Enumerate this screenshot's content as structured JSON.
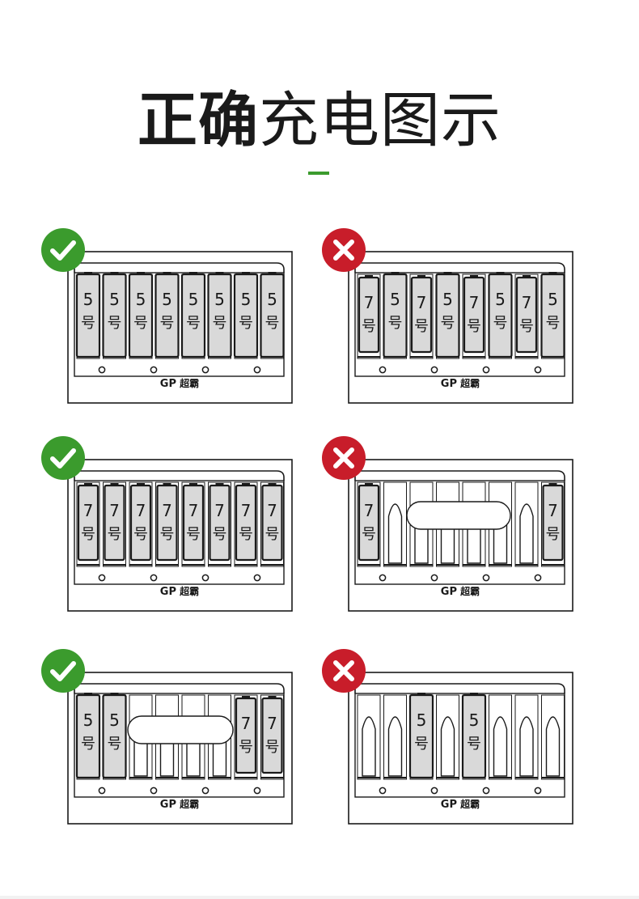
{
  "title": {
    "bold": "正确",
    "normal": "充电图示"
  },
  "colors": {
    "accent": "#3b9b2d",
    "ok": "#3b9b2d",
    "bad": "#c81d2a",
    "battery_fill": "#d9d9d9",
    "outline": "#1a1a1a"
  },
  "icons": {
    "ok": "check-icon",
    "bad": "x-icon"
  },
  "brand": {
    "logo": "GP",
    "name": "超霸"
  },
  "panels": [
    {
      "id": "p1",
      "status": "ok",
      "slots": [
        "5号",
        "5号",
        "5号",
        "5号",
        "5号",
        "5号",
        "5号",
        "5号"
      ]
    },
    {
      "id": "p2",
      "status": "bad",
      "slots": [
        "7号",
        "5号",
        "7号",
        "5号",
        "7号",
        "5号",
        "7号",
        "5号"
      ]
    },
    {
      "id": "p3",
      "status": "ok",
      "slots": [
        "7号",
        "7号",
        "7号",
        "7号",
        "7号",
        "7号",
        "7号",
        "7号"
      ]
    },
    {
      "id": "p4",
      "status": "bad",
      "slots": [
        "7号",
        "",
        "",
        "",
        "",
        "",
        "",
        "7号"
      ]
    },
    {
      "id": "p5",
      "status": "ok",
      "slots": [
        "5号",
        "5号",
        "",
        "",
        "",
        "",
        "7号",
        "7号"
      ]
    },
    {
      "id": "p6",
      "status": "bad",
      "slots": [
        "",
        "",
        "5号",
        "",
        "5号",
        "",
        "",
        ""
      ]
    }
  ]
}
